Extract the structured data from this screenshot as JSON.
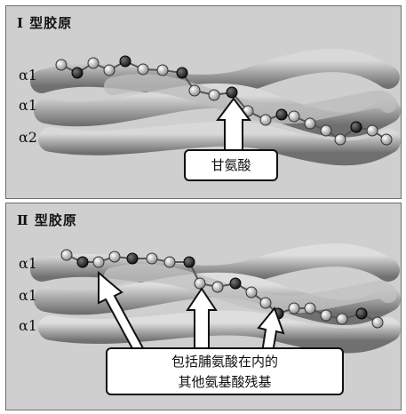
{
  "panels": [
    {
      "title": "Ⅰ 型胶原",
      "chains": [
        "α1",
        "α1",
        "α2"
      ],
      "callout": "甘氨酸"
    },
    {
      "title": "Ⅱ 型胶原",
      "chains": [
        "α1",
        "α1",
        "α1"
      ],
      "callout_line1": "包括脯氨酸在内的",
      "callout_line2": "其他氨基酸残基"
    }
  ]
}
